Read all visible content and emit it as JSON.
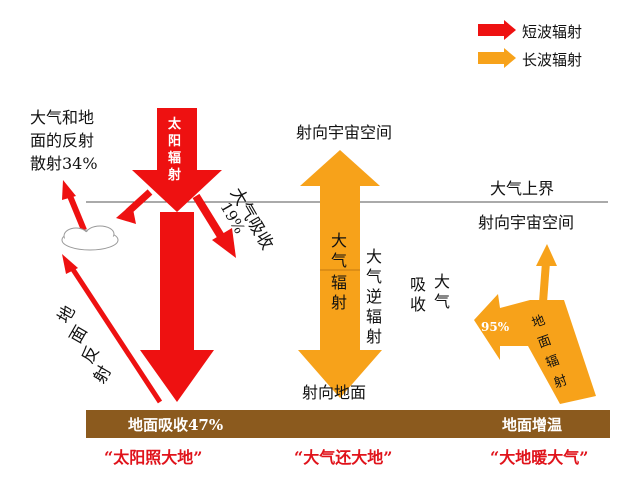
{
  "legend": {
    "shortwave": {
      "label": "短波辐射",
      "color": "#ee1111"
    },
    "longwave": {
      "label": "长波辐射",
      "color": "#f7a21a"
    }
  },
  "labels": {
    "reflect_line1": "大气和地",
    "reflect_line2": "面的反射",
    "reflect_line3": "散射34%",
    "sun_radiation": [
      "太",
      "阳",
      "辐",
      "射"
    ],
    "atm_absorb": "大气吸收",
    "atm_absorb_pct": "19%",
    "ground_reflect": [
      "地",
      "面",
      "反",
      "射"
    ],
    "to_space_center": "射向宇宙空间",
    "atm_top": "大气上界",
    "to_space_right": "射向宇宙空间",
    "atm_radiation": [
      "大",
      "气",
      "辐",
      "射"
    ],
    "counter_radiation": [
      "大",
      "气",
      "逆",
      "辐",
      "射"
    ],
    "atm_absorb_col1": [
      "吸",
      "收"
    ],
    "atm_absorb_col2": [
      "大",
      "气"
    ],
    "to_ground": "射向地面",
    "ground_pct": "95%",
    "ground_radiation": [
      "地",
      "面",
      "辐",
      "射"
    ],
    "ground_absorb": "地面吸收47%",
    "ground_warm": "地面增温",
    "caption_sun": "“太阳照大地”",
    "caption_atm": "“大气还大地”",
    "caption_ground": "“大地暖大气”"
  },
  "colors": {
    "red": "#ee1111",
    "orange": "#f7a21a",
    "ground_bar": "#8b5a1e",
    "caption": "#e0131b"
  }
}
